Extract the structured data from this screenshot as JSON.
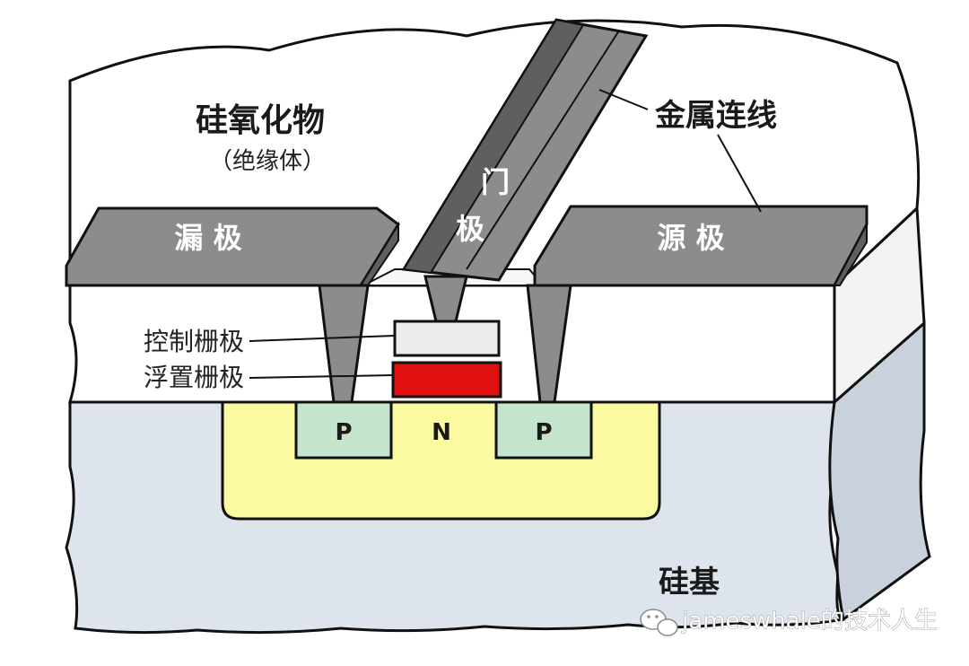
{
  "labels": {
    "oxide": "硅氧化物",
    "oxide_note": "（绝缘体）",
    "metal_line": "金属连线",
    "gate_top": "门",
    "gate_bottom": "极",
    "drain": "漏 极",
    "source": "源 极",
    "control_gate": "控制栅极",
    "floating_gate": "浮置栅极",
    "p_left": "P",
    "n_region": "N",
    "p_right": "P",
    "substrate": "硅基"
  },
  "watermark": "jameswhale的技术人生",
  "colors": {
    "oxide": "#ffffff",
    "metal": "#8c8c8c",
    "metal_light": "#a6a6a6",
    "metal_dark": "#5f5f5f",
    "substrate": "#dde4ec",
    "n_well": "#fbfaa0",
    "p_region": "#c5e4cc",
    "control_gate": "#ececec",
    "floating_gate": "#e11010",
    "outline": "#111111"
  }
}
